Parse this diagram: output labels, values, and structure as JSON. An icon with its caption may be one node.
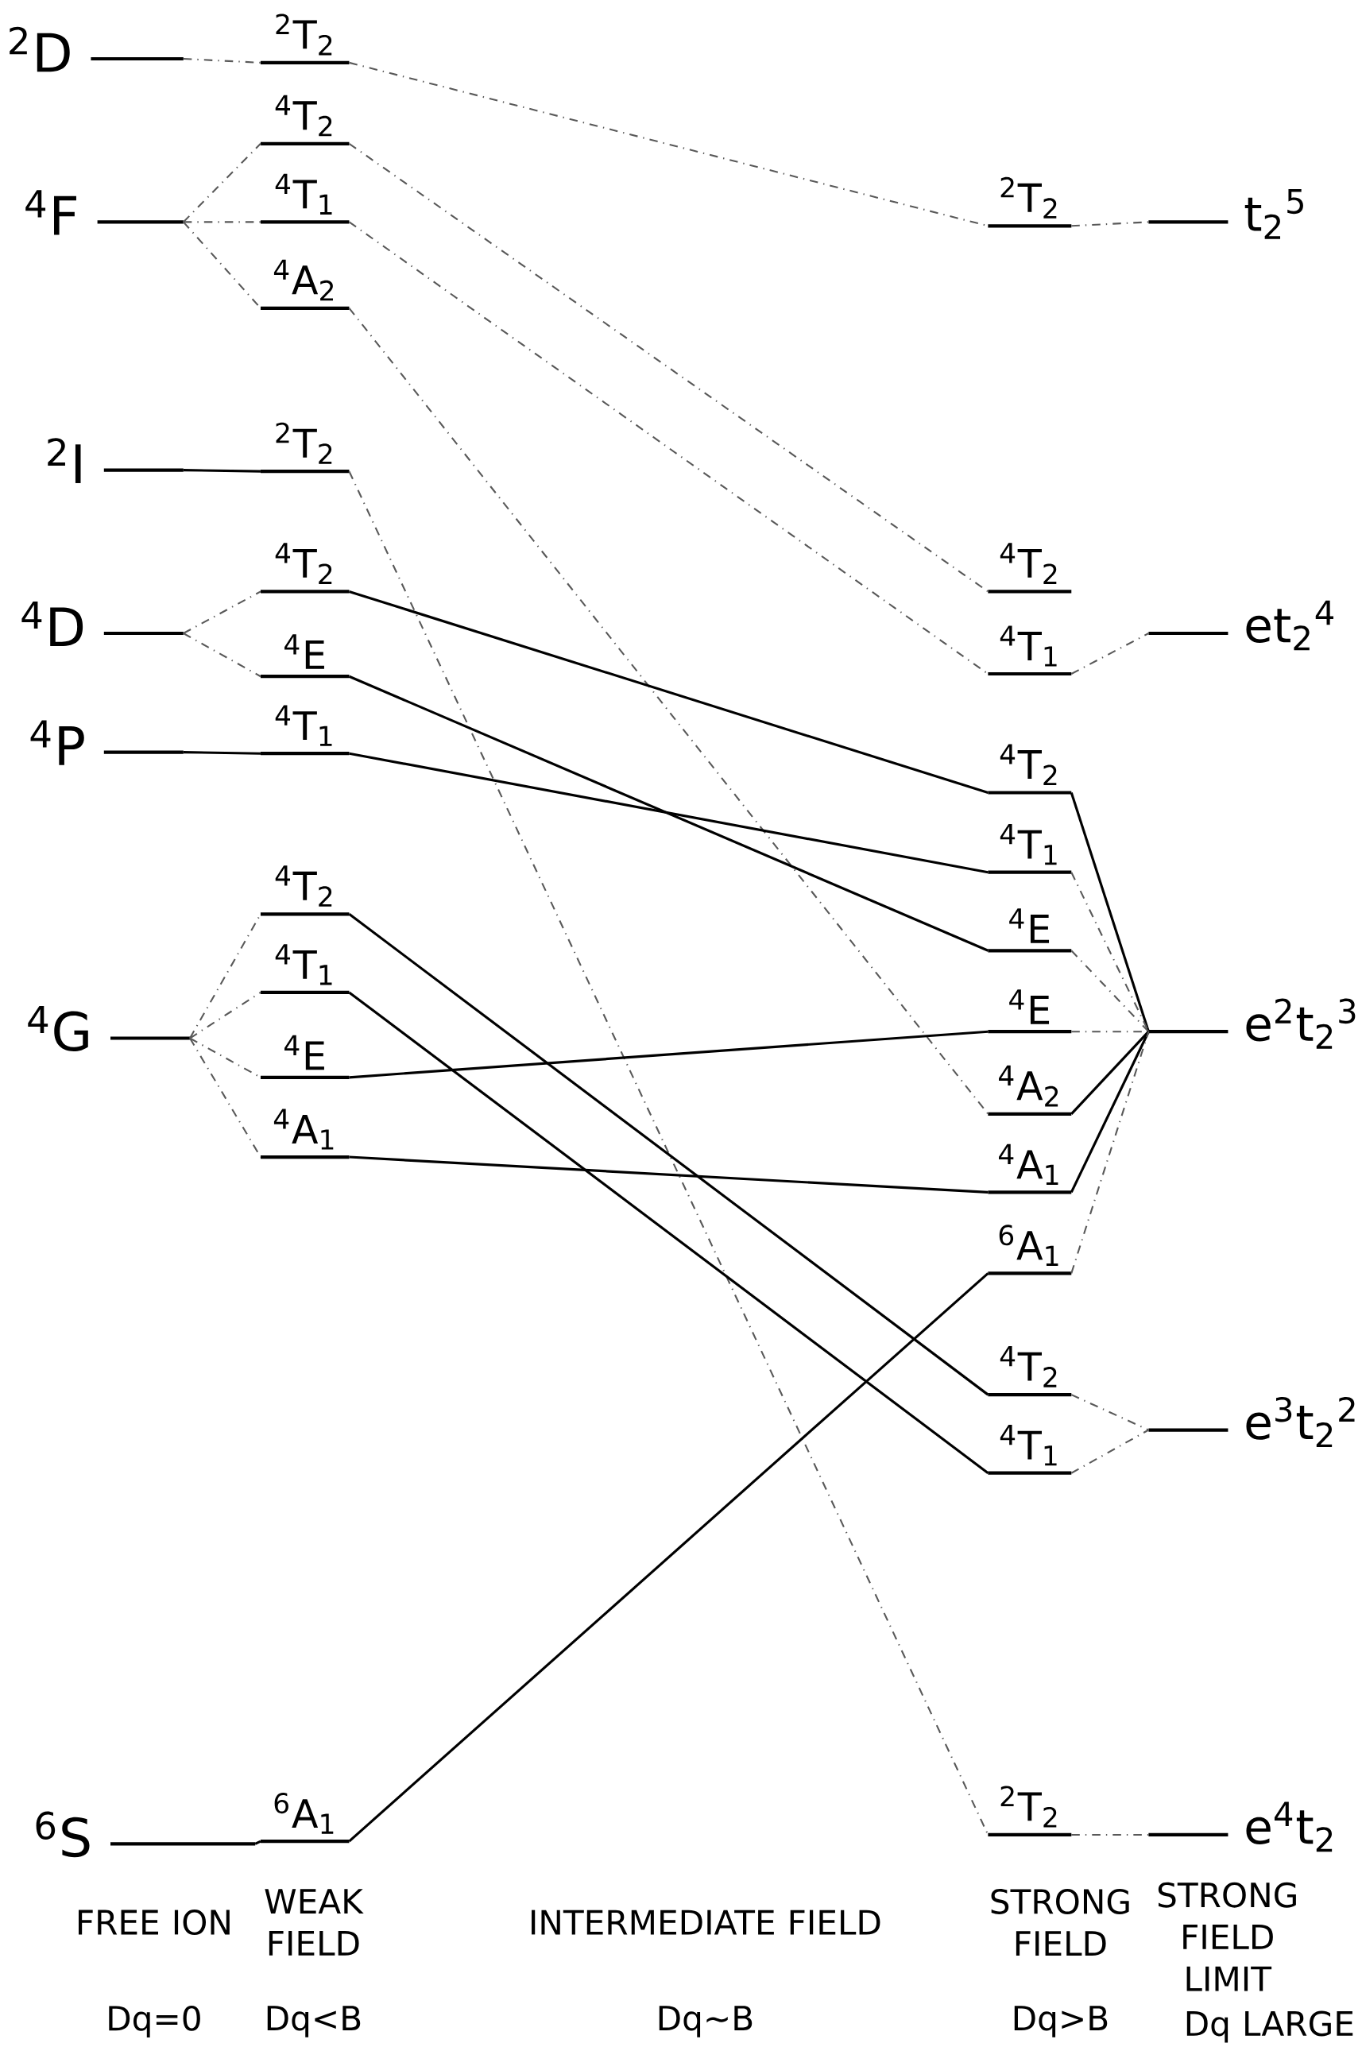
{
  "diagram": {
    "nodes": [
      {
        "text": [
          "$^{2}$D"
        ]
      },
      {
        "text": [
          "$^{4}$F"
        ]
      },
      {
        "text": [
          "$^{2}$I"
        ]
      },
      {
        "text": [
          "$^{4}$D"
        ]
      },
      {
        "text": [
          "$^{4}$P"
        ]
      },
      {
        "text": [
          "$^{4}$G"
        ]
      },
      {
        "text": [
          "$^{6}$S"
        ]
      },
      {
        "text": [
          "$^{2}$T$_{2}$"
        ]
      },
      {
        "text": [
          "$^{4}$T$_{2}$"
        ]
      },
      {
        "text": [
          "$^{4}$T$_{1}$"
        ]
      },
      {
        "text": [
          "$^{4}$A$_{2}$"
        ]
      },
      {
        "text": [
          "$^{2}$T$_{2}$"
        ]
      },
      {
        "text": [
          "$^{4}$T$_{2}$"
        ]
      },
      {
        "text": [
          "$^{4}$E"
        ]
      },
      {
        "text": [
          "$^{4}$T$_{1}$"
        ]
      },
      {
        "text": [
          "$^{4}$T$_{2}$"
        ]
      },
      {
        "text": [
          "$^{4}$T$_{1}$"
        ]
      },
      {
        "text": [
          "$^{4}$E"
        ]
      },
      {
        "text": [
          "$^{4}$A$_{1}$"
        ]
      },
      {
        "text": [
          "$^{6}$A$_{1}$"
        ]
      },
      {
        "text": [
          "$^{2}$T$_{2}$"
        ]
      },
      {
        "text": [
          "$^{4}$T$_{2}$"
        ]
      },
      {
        "text": [
          "$^{4}$T$_{1}$"
        ]
      },
      {
        "text": [
          "$^{4}$T$_{2}$"
        ]
      },
      {
        "text": [
          "$^{4}$T$_{1}$"
        ]
      },
      {
        "text": [
          "$^{4}$E"
        ]
      },
      {
        "text": [
          "$^{4}$E"
        ]
      },
      {
        "text": [
          "$^{4}$A$_{2}$"
        ]
      },
      {
        "text": [
          "$^{4}$A$_{1}$"
        ]
      },
      {
        "text": [
          "$^{6}$A$_{1}$"
        ]
      },
      {
        "text": [
          "$^{4}$T$_{2}$"
        ]
      },
      {
        "text": [
          "$^{4}$T$_{1}$"
        ]
      },
      {
        "text": [
          "$^{2}$T$_{2}$"
        ]
      },
      {
        "text": [
          "t$_{2}$$^{5}$"
        ]
      },
      {
        "text": [
          "et$_{2}$$^{4}$"
        ]
      },
      {
        "text": [
          "e$^{2}$t$_{2}$$^{3}$"
        ]
      },
      {
        "text": [
          "e$^{3}$t$_{2}$$^{2}$"
        ]
      },
      {
        "text": [
          "e$^{4}$t$_{2}$"
        ]
      }
    ],
    "edges": [
      {
        "from": 0,
        "to": 7,
        "arrow": "none",
        "style": "dashed"
      },
      {
        "from": 1,
        "to": 8,
        "arrow": "none",
        "style": "dashed"
      },
      {
        "from": 1,
        "to": 9,
        "arrow": "none",
        "style": "dashed"
      },
      {
        "from": 1,
        "to": 10,
        "arrow": "none",
        "style": "dashed"
      },
      {
        "from": 2,
        "to": 11,
        "arrow": "none"
      },
      {
        "from": 3,
        "to": 12,
        "arrow": "none",
        "style": "dashed"
      },
      {
        "from": 3,
        "to": 13,
        "arrow": "none",
        "style": "dashed"
      },
      {
        "from": 4,
        "to": 14,
        "arrow": "none"
      },
      {
        "from": 5,
        "to": 15,
        "arrow": "none",
        "style": "dashed"
      },
      {
        "from": 5,
        "to": 16,
        "arrow": "none",
        "style": "dashed"
      },
      {
        "from": 5,
        "to": 17,
        "arrow": "none",
        "style": "dashed"
      },
      {
        "from": 5,
        "to": 18,
        "arrow": "none",
        "style": "dashed"
      },
      {
        "from": 6,
        "to": 19,
        "arrow": "none"
      },
      {
        "from": 7,
        "to": 20,
        "arrow": "none",
        "style": "dashed"
      },
      {
        "from": 8,
        "to": 21,
        "arrow": "none",
        "style": "dashed"
      },
      {
        "from": 9,
        "to": 22,
        "arrow": "none",
        "style": "dashed"
      },
      {
        "from": 10,
        "to": 27,
        "arrow": "none",
        "style": "dashed"
      },
      {
        "from": 11,
        "to": 32,
        "arrow": "none",
        "style": "dashed"
      },
      {
        "from": 12,
        "to": 23,
        "arrow": "none"
      },
      {
        "from": 13,
        "to": 25,
        "arrow": "none"
      },
      {
        "from": 14,
        "to": 24,
        "arrow": "none"
      },
      {
        "from": 15,
        "to": 30,
        "arrow": "none"
      },
      {
        "from": 16,
        "to": 31,
        "arrow": "none"
      },
      {
        "from": 17,
        "to": 26,
        "arrow": "none"
      },
      {
        "from": 18,
        "to": 28,
        "arrow": "none"
      },
      {
        "from": 19,
        "to": 29,
        "arrow": "none"
      },
      {
        "from": 20,
        "to": 33,
        "arrow": "none",
        "style": "dashed"
      },
      {
        "from": 22,
        "to": 34,
        "arrow": "none",
        "style": "dashed"
      },
      {
        "from": 23,
        "to": 35,
        "arrow": "none"
      },
      {
        "from": 24,
        "to": 35,
        "arrow": "none",
        "style": "dashed"
      },
      {
        "from": 25,
        "to": 35,
        "arrow": "none",
        "style": "dashed"
      },
      {
        "from": 26,
        "to": 35,
        "arrow": "none",
        "style": "dashed"
      },
      {
        "from": 27,
        "to": 35,
        "arrow": "none"
      },
      {
        "from": 28,
        "to": 35,
        "arrow": "none"
      },
      {
        "from": 29,
        "to": 35,
        "arrow": "none",
        "style": "dashed"
      },
      {
        "from": 30,
        "to": 36,
        "arrow": "none",
        "style": "dashed"
      },
      {
        "from": 31,
        "to": 36,
        "arrow": "none",
        "style": "dashed"
      },
      {
        "from": 32,
        "to": 37,
        "arrow": "none",
        "style": "dashed"
      }
    ],
    "labels": [
      "FREE ION",
      "WEAK FIELD",
      "INTERMEDIATE FIELD",
      "STRONG FIELD",
      "STRONG FIELD LIMIT",
      "Dq=0",
      "Dq<B",
      "Dq∼B",
      "Dq>B",
      "Dq LARGE"
    ]
  }
}
